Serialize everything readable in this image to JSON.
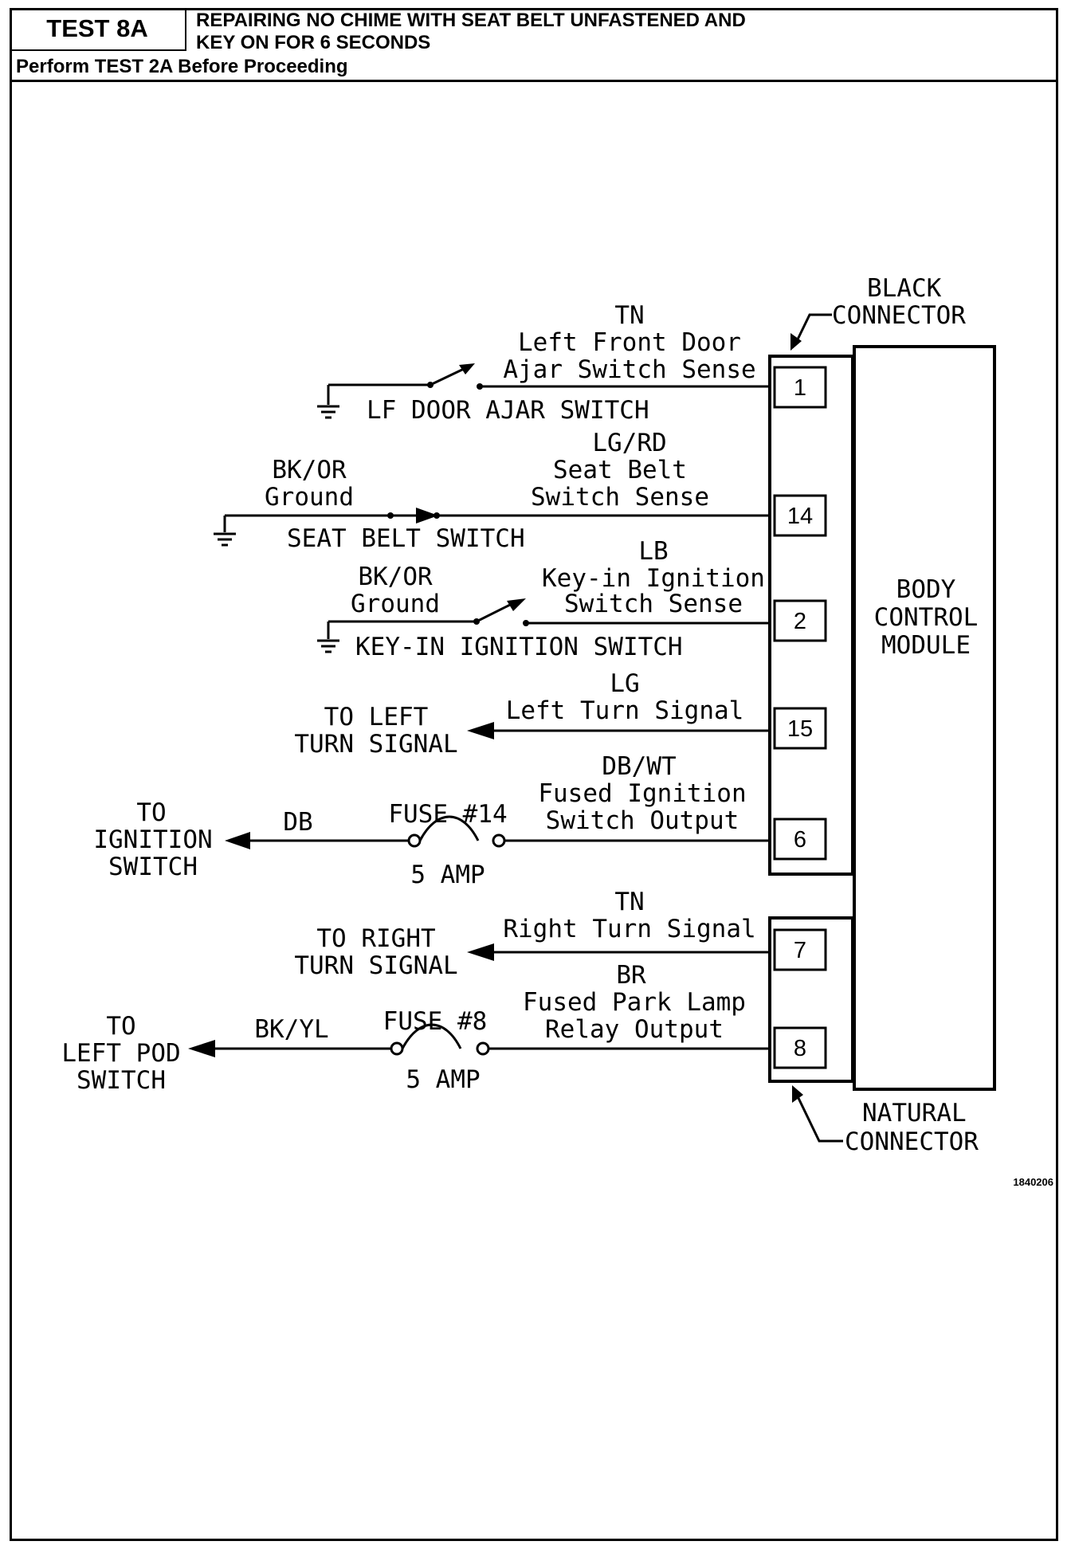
{
  "header": {
    "test_id": "TEST 8A",
    "title_line1": "REPAIRING NO CHIME WITH SEAT BELT UNFASTENED AND",
    "title_line2": "KEY ON FOR 6 SECONDS",
    "subtitle": "Perform TEST 2A Before Proceeding"
  },
  "diagram": {
    "black_connector": [
      "BLACK",
      "CONNECTOR"
    ],
    "natural_connector": [
      "NATURAL",
      "CONNECTOR"
    ],
    "module": [
      "BODY",
      "CONTROL",
      "MODULE"
    ],
    "pins": [
      "1",
      "14",
      "2",
      "15",
      "6",
      "7",
      "8"
    ],
    "circuits": {
      "c1": {
        "color": "TN",
        "desc1": "Left Front Door",
        "desc2": "Ajar Switch Sense",
        "device": "LF DOOR AJAR SWITCH"
      },
      "c14": {
        "color": "LG/RD",
        "desc1": "Seat Belt",
        "desc2": "Switch Sense",
        "gnd_color": "BK/OR",
        "gnd_label": "Ground",
        "device": "SEAT BELT SWITCH"
      },
      "c2": {
        "color": "LB",
        "desc1": "Key-in Ignition",
        "desc2": "Switch Sense",
        "gnd_color": "BK/OR",
        "gnd_label": "Ground",
        "device": "KEY-IN IGNITION SWITCH"
      },
      "c15": {
        "color": "LG",
        "desc1": "Left Turn Signal",
        "dest1": "TO LEFT",
        "dest2": "TURN SIGNAL"
      },
      "c6": {
        "color": "DB/WT",
        "desc1": "Fused Ignition",
        "desc2": "Switch Output",
        "fuse": "FUSE #14",
        "amp": "5 AMP",
        "wire": "DB",
        "dest1": "TO",
        "dest2": "IGNITION",
        "dest3": "SWITCH"
      },
      "c7": {
        "color": "TN",
        "desc1": "Right Turn Signal",
        "dest1": "TO RIGHT",
        "dest2": "TURN SIGNAL"
      },
      "c8": {
        "color": "BR",
        "desc1": "Fused Park Lamp",
        "desc2": "Relay Output",
        "fuse": "FUSE #8",
        "amp": "5 AMP",
        "wire": "BK/YL",
        "dest1": "TO",
        "dest2": "LEFT POD",
        "dest3": "SWITCH"
      }
    },
    "ref_number": "1840206"
  }
}
